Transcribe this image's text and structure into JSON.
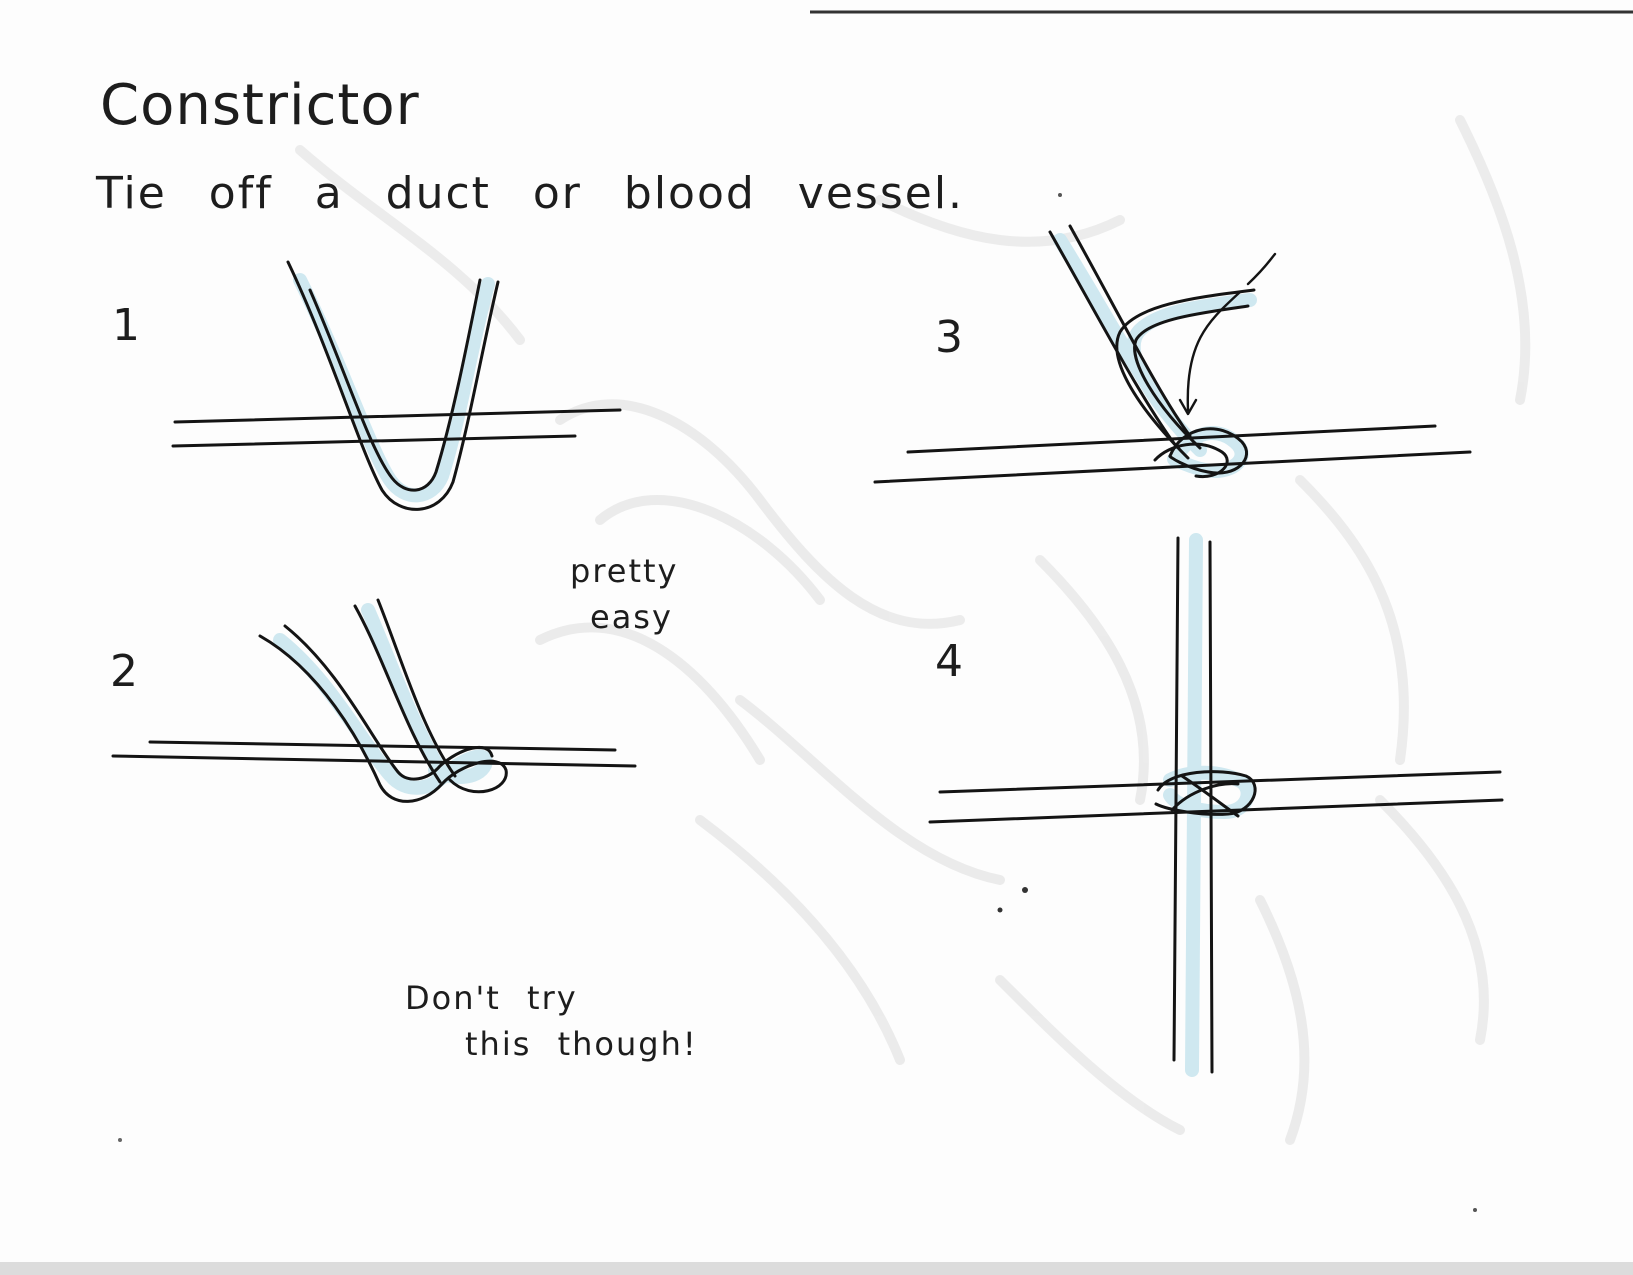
{
  "title": "Constrictor",
  "subtitle": "Tie off a duct or blood vessel.",
  "steps": [
    {
      "label": "1"
    },
    {
      "label": "2"
    },
    {
      "label": "3"
    },
    {
      "label": "4"
    }
  ],
  "notes": {
    "easy": [
      "pretty",
      "easy"
    ],
    "warning": [
      "Don't try",
      "this though!"
    ]
  },
  "colors": {
    "paper": "#fdfdfd",
    "ink": "#141414",
    "cord_fill": "#cfe8f0",
    "bleed_through": "#d8d8d8"
  }
}
